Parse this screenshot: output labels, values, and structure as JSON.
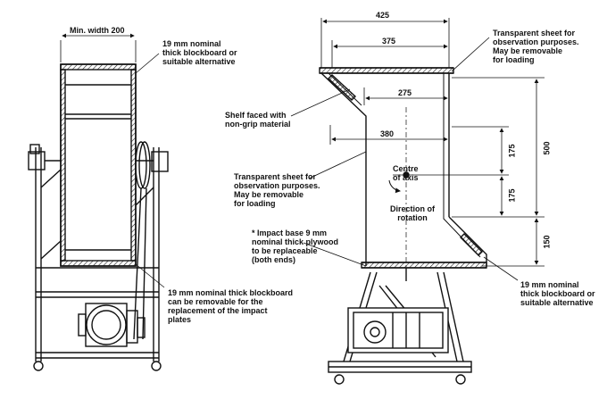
{
  "left_view": {
    "min_width": "Min. width 200",
    "blockboard_top": [
      "19 mm nominal",
      "thick blockboard or",
      "suitable alternative"
    ],
    "blockboard_bottom": [
      "19 mm nominal thick blockboard",
      "can be removable for the",
      "replacement of the impact",
      "plates"
    ]
  },
  "right_view": {
    "dim_425": "425",
    "dim_375": "375",
    "dim_275": "275",
    "dim_380": "380",
    "dim_500": "500",
    "dim_175_top": "175",
    "dim_175_bottom": "175",
    "dim_150": "150",
    "transparent_top": [
      "Transparent sheet for",
      "observation purposes.",
      "May be removable",
      "for loading"
    ],
    "shelf": [
      "Shelf faced with",
      "non-grip material"
    ],
    "transparent_left": [
      "Transparent sheet for",
      "observation purposes.",
      "May be removable",
      "for loading"
    ],
    "centre": [
      "Centre",
      "of axis"
    ],
    "direction": [
      "Direction of",
      "rotation"
    ],
    "impact_base": [
      "* Impact base 9 mm",
      "nominal thick plywood",
      "to be replaceable",
      "(both ends)"
    ],
    "blockboard_right": [
      "19 mm nominal",
      "thick blockboard or",
      "suitable alternative"
    ]
  }
}
